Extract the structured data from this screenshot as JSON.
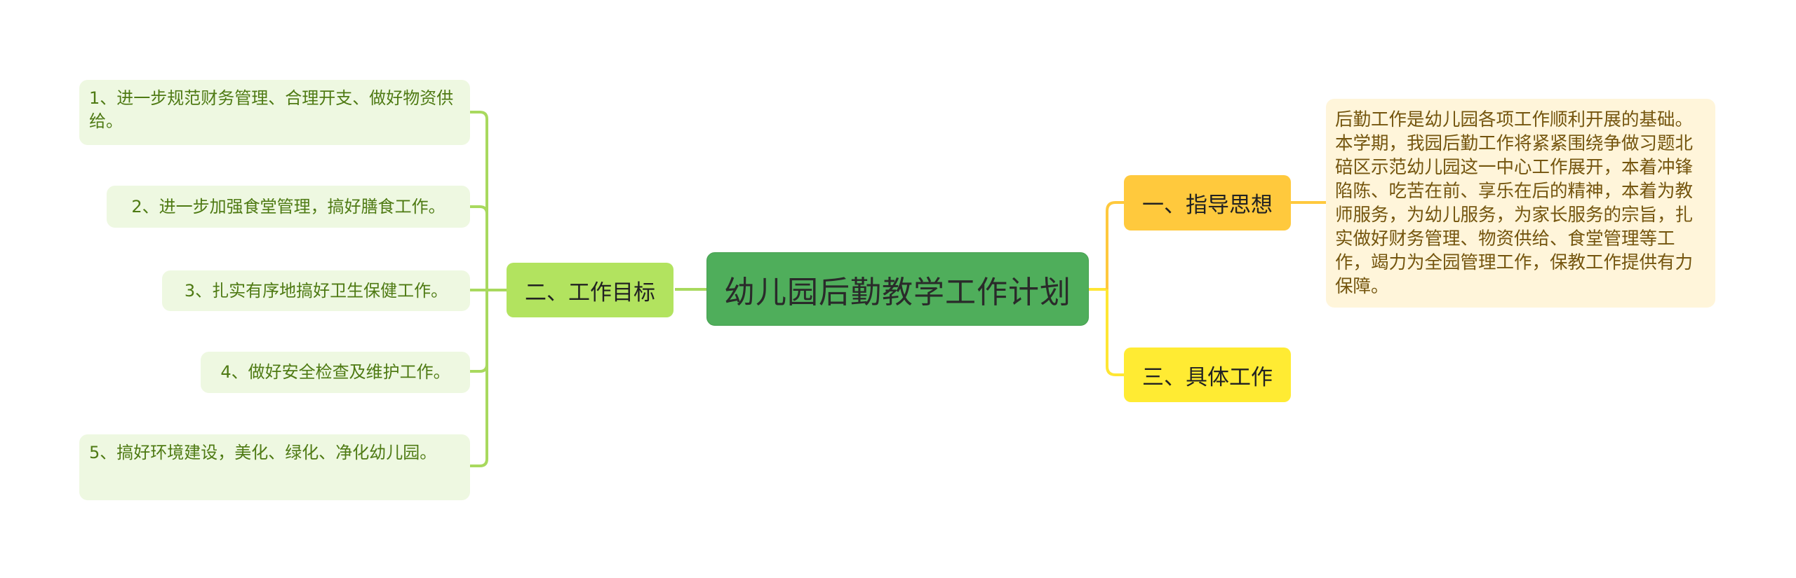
{
  "mindmap": {
    "root": {
      "label": "幼儿园后勤教学工作计划",
      "color": "#4FAE5B"
    },
    "branches": [
      {
        "label": "一、指导思想",
        "color": "#FFC93D",
        "side": "right",
        "children": [
          {
            "label": "后勤工作是幼儿园各项工作顺利开展的基础。本学期，我园后勤工作将紧紧围绕争做习题北碚区示范幼儿园这一中心工作展开，本着冲锋陷陈、吃苦在前、享乐在后的精神，本着为教师服务，为幼儿服务，为家长服务的宗旨，扎实做好财务管理、物资供给、食堂管理等工作，竭力为全园管理工作，保教工作提供有力保障。",
            "color": "#FFF5DA"
          }
        ]
      },
      {
        "label": "二、工作目标",
        "color": "#B2E35F",
        "side": "left",
        "children": [
          {
            "label": "1、进一步规范财务管理、合理开支、做好物资供给。"
          },
          {
            "label": "2、进一步加强食堂管理，搞好膳食工作。"
          },
          {
            "label": "3、扎实有序地搞好卫生保健工作。"
          },
          {
            "label": "4、做好安全检查及维护工作。"
          },
          {
            "label": "5、搞好环境建设，美化、绿化、净化幼儿园。"
          }
        ]
      },
      {
        "label": "三、具体工作",
        "color": "#FFEB33",
        "side": "right",
        "children": []
      }
    ],
    "link_colors": {
      "left": "#A8D95E",
      "right_upper": "#FFC93D",
      "right_lower": "#FFE633"
    }
  }
}
